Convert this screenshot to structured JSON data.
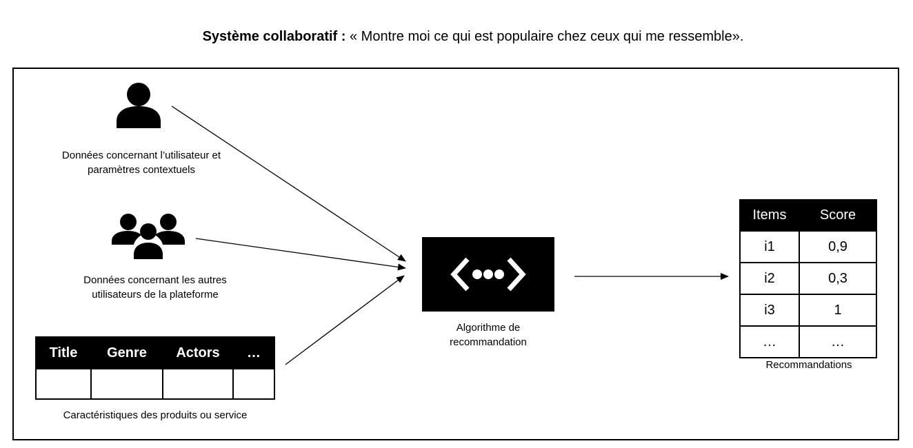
{
  "title": {
    "bold": "Système collaboratif :",
    "rest": " « Montre moi ce qui est populaire chez ceux qui me ressemble»."
  },
  "inputs": {
    "user": {
      "icon": "person-icon",
      "caption_line1": "Données concernant l’utilisateur et",
      "caption_line2": "paramètres contextuels"
    },
    "others": {
      "icon": "group-icon",
      "caption_line1": "Données concernant les autres",
      "caption_line2": "utilisateurs de la plateforme"
    },
    "products": {
      "headers": [
        "Title",
        "Genre",
        "Actors",
        "…"
      ],
      "caption": "Caractéristiques des produits ou service"
    }
  },
  "algorithm": {
    "icon": "code-dots-icon",
    "caption_line1": "Algorithme de",
    "caption_line2": "recommandation"
  },
  "results": {
    "headers": [
      "Items",
      "Score"
    ],
    "rows": [
      [
        "i1",
        "0,9"
      ],
      [
        "i2",
        "0,3"
      ],
      [
        "i3",
        "1"
      ],
      [
        "…",
        "…"
      ]
    ],
    "caption": "Recommandations"
  },
  "colors": {
    "ink": "#000000",
    "background": "#ffffff"
  }
}
